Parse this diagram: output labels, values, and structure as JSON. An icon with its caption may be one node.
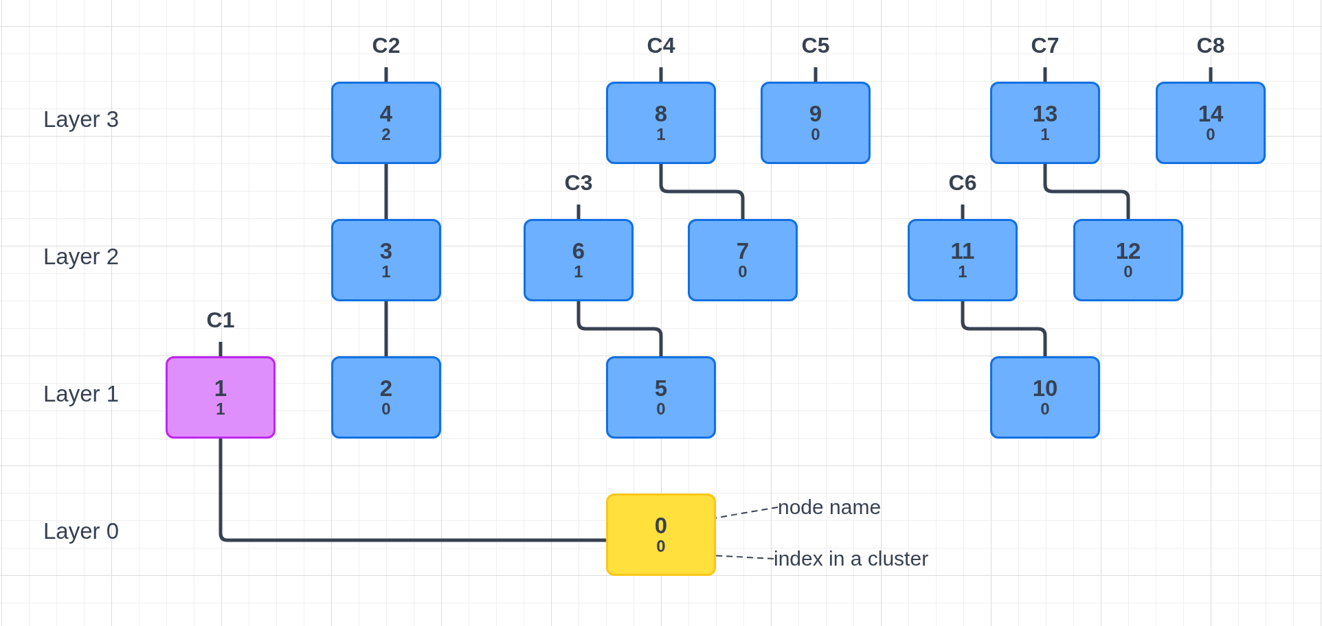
{
  "diagram": {
    "nodes": [
      {
        "text": [
          "C2"
        ]
      },
      {
        "text": [
          "C4"
        ]
      },
      {
        "text": [
          "C5"
        ]
      },
      {
        "text": [
          "C7"
        ]
      },
      {
        "text": [
          "C8"
        ]
      },
      {
        "text": [
          "4",
          "2"
        ]
      },
      {
        "text": [
          "8",
          "1"
        ]
      },
      {
        "text": [
          "9",
          "0"
        ]
      },
      {
        "text": [
          "13",
          "1"
        ]
      },
      {
        "text": [
          "14",
          "0"
        ]
      },
      {
        "text": [
          "C3"
        ]
      },
      {
        "text": [
          "C6"
        ]
      },
      {
        "text": [
          "3",
          "1"
        ]
      },
      {
        "text": [
          "6",
          "1"
        ]
      },
      {
        "text": [
          "7",
          "0"
        ]
      },
      {
        "text": [
          "11",
          "1"
        ]
      },
      {
        "text": [
          "12",
          "0"
        ]
      },
      {
        "text": [
          "C1"
        ]
      },
      {
        "text": [
          "1",
          "1"
        ]
      },
      {
        "text": [
          "2",
          "0"
        ]
      },
      {
        "text": [
          "5",
          "0"
        ]
      },
      {
        "text": [
          "10",
          "0"
        ]
      },
      {
        "text": [
          "0",
          "0"
        ]
      },
      {
        "text": [
          "node name"
        ]
      },
      {
        "text": [
          "index in a cluster"
        ]
      }
    ],
    "edges": [
      {
        "from": 0,
        "to": 5,
        "arrow": "none"
      },
      {
        "from": 1,
        "to": 6,
        "arrow": "none"
      },
      {
        "from": 2,
        "to": 7,
        "arrow": "none"
      },
      {
        "from": 3,
        "to": 8,
        "arrow": "none"
      },
      {
        "from": 4,
        "to": 9,
        "arrow": "none"
      },
      {
        "from": 10,
        "to": 13,
        "arrow": "none"
      },
      {
        "from": 11,
        "to": 15,
        "arrow": "none"
      },
      {
        "from": 17,
        "to": 18,
        "arrow": "none"
      },
      {
        "from": 5,
        "to": 12,
        "arrow": "none"
      },
      {
        "from": 12,
        "to": 19,
        "arrow": "none"
      },
      {
        "from": 6,
        "to": 14,
        "arrow": "none"
      },
      {
        "from": 13,
        "to": 20,
        "arrow": "none"
      },
      {
        "from": 8,
        "to": 16,
        "arrow": "none"
      },
      {
        "from": 15,
        "to": 21,
        "arrow": "none"
      },
      {
        "from": 18,
        "to": 22,
        "arrow": "none"
      },
      {
        "from": 23,
        "to": 22,
        "arrow": "none",
        "style": "dashed"
      },
      {
        "from": 24,
        "to": 22,
        "arrow": "none",
        "style": "dashed"
      }
    ],
    "labels": [
      "Layer 3",
      "Layer 2",
      "Layer 1",
      "Layer 0"
    ]
  }
}
